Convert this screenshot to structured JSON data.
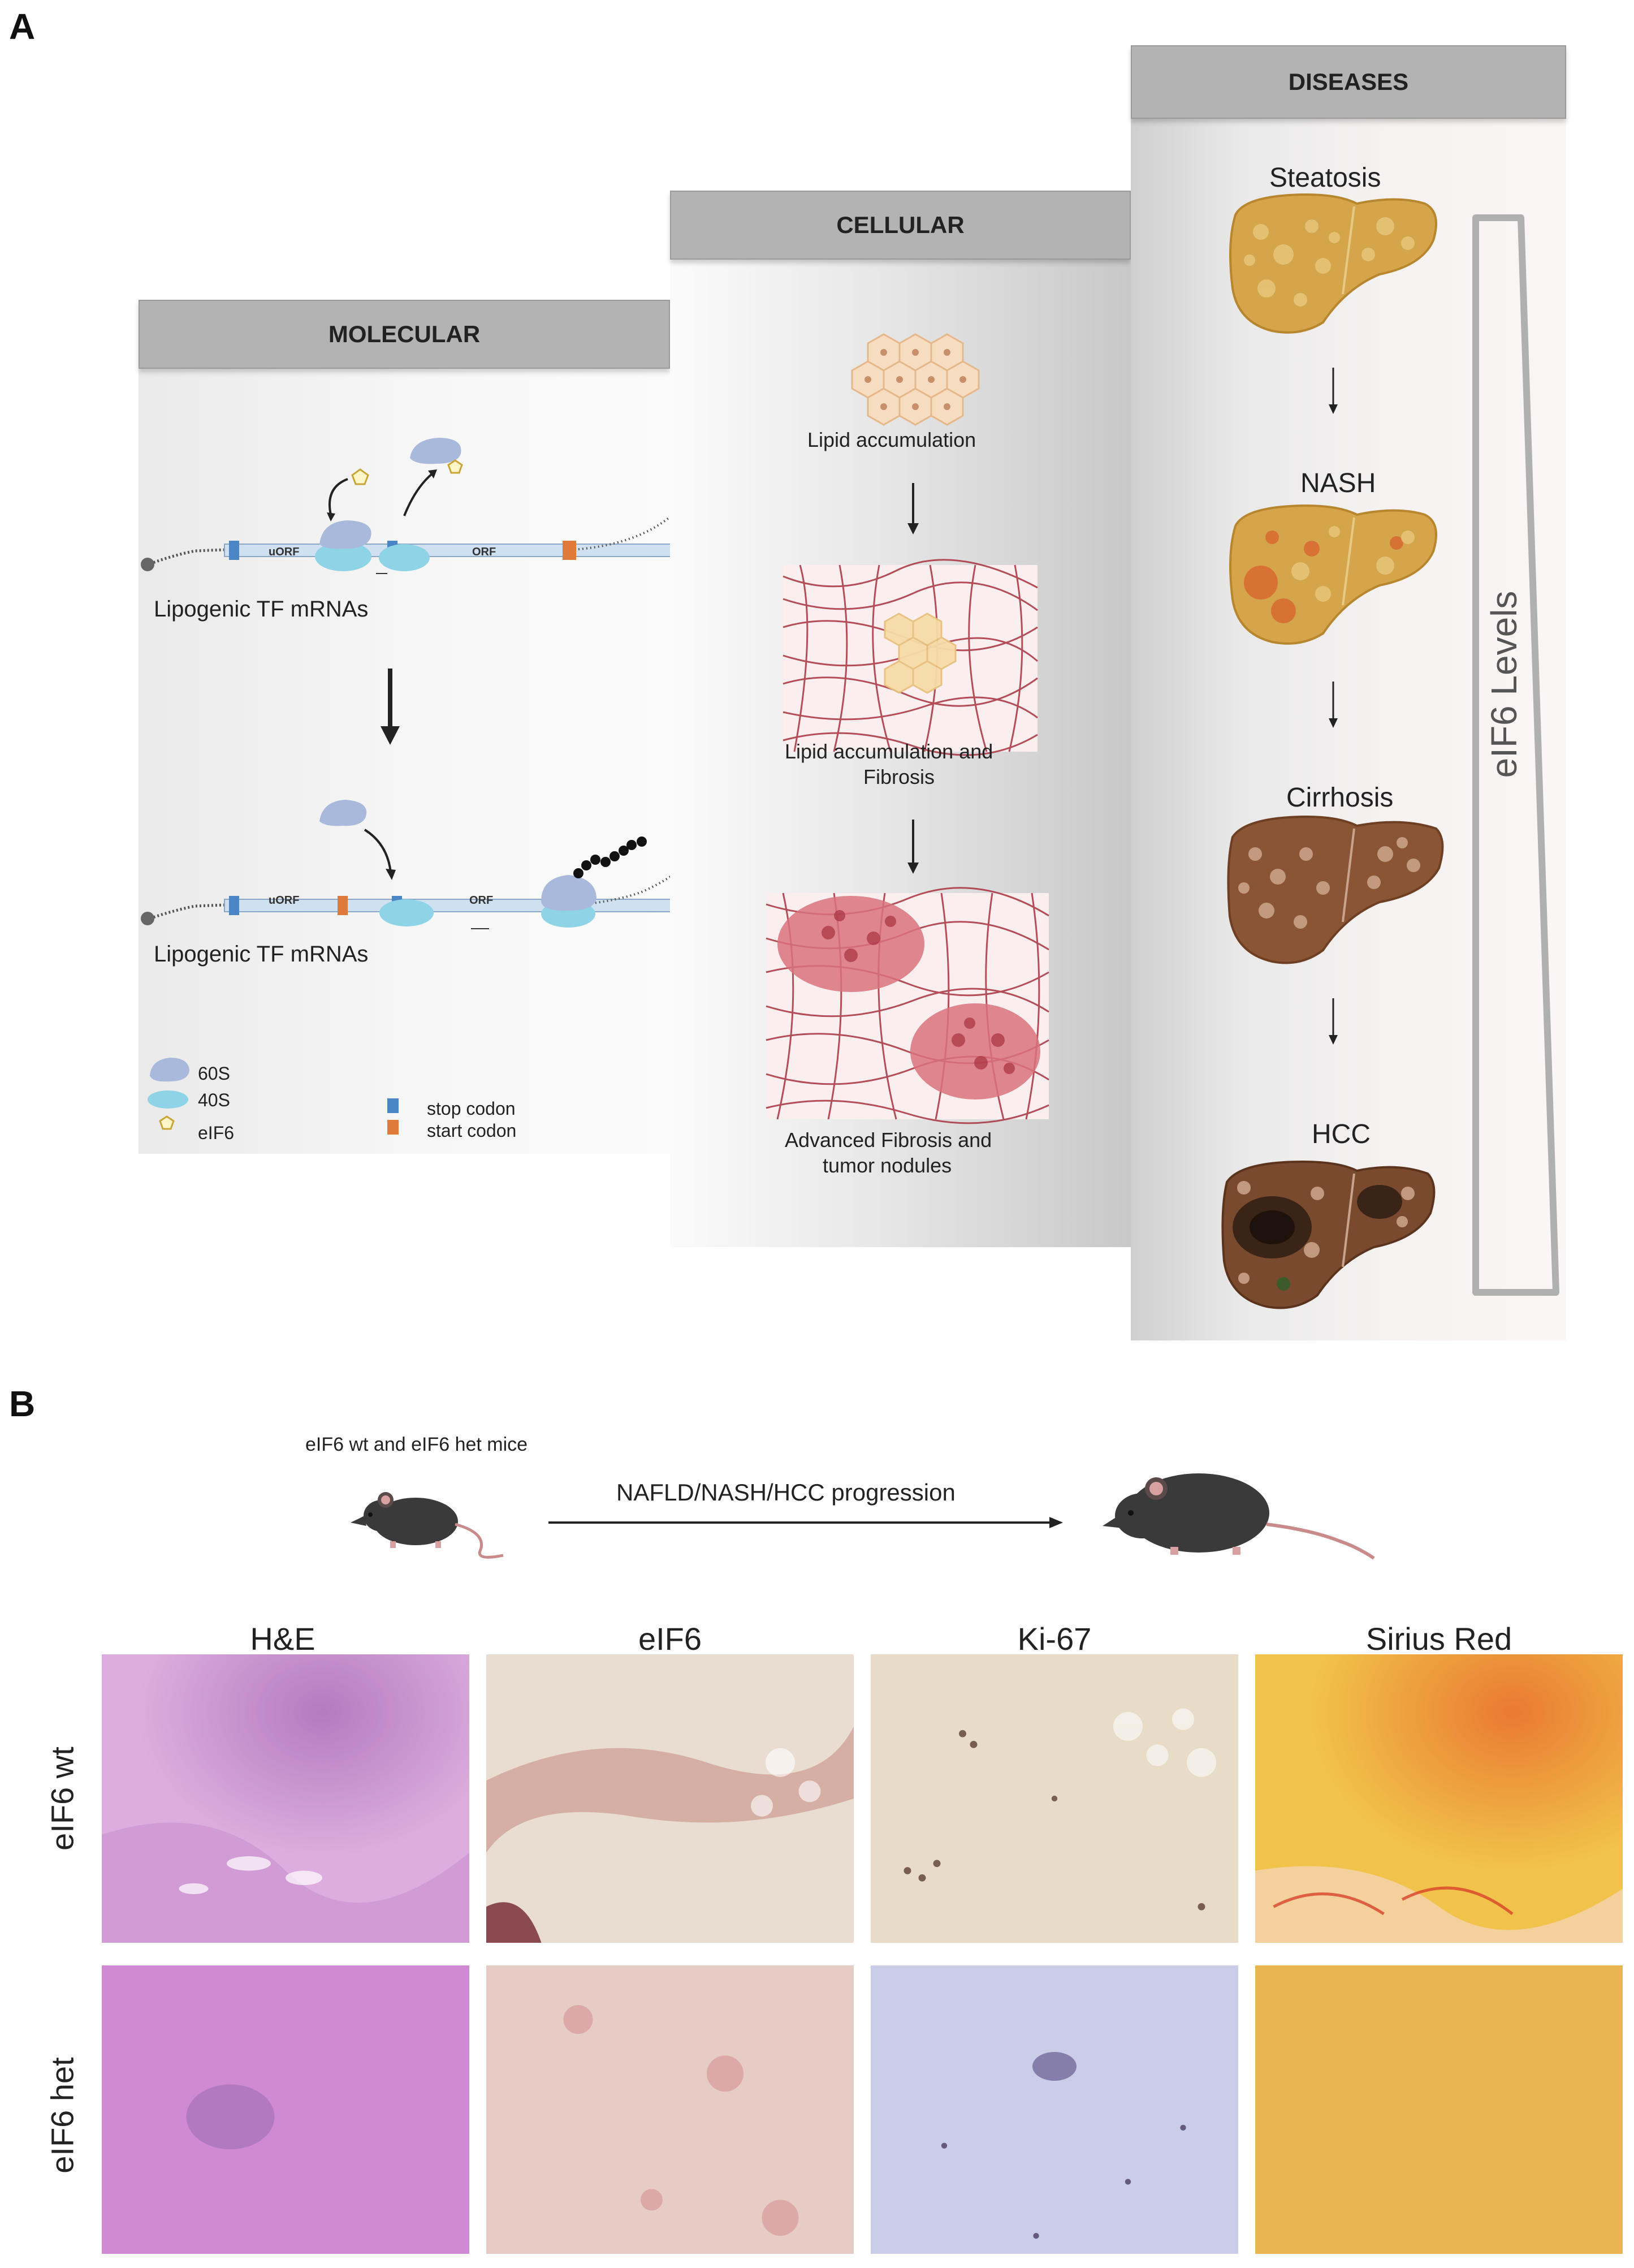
{
  "panel_a": {
    "letter": "A",
    "molecular": {
      "header": "MOLECULAR",
      "mrna_label_top": "Lipogenic TF mRNAs",
      "mrna_label_bottom": "Lipogenic TF mRNAs",
      "uorf": "uORF",
      "orf": "ORF",
      "legend": {
        "s60": "60S",
        "s40": "40S",
        "eif6": "eIF6",
        "stop": "stop codon",
        "start": "start codon"
      }
    },
    "cellular": {
      "header": "CELLULAR",
      "stage1": "Lipid accumulation",
      "stage2_line1": "Lipid accumulation and",
      "stage2_line2": "Fibrosis",
      "stage3_line1": "Advanced Fibrosis and",
      "stage3_line2": "tumor nodules"
    },
    "diseases": {
      "header": "DISEASES",
      "stages": [
        "Steatosis",
        "NASH",
        "Cirrhosis",
        "HCC"
      ],
      "gradient_label": "eIF6 Levels"
    },
    "colors": {
      "header_gray": "#b3b3b3",
      "ribosome": "#a9b9dc",
      "subunit40": "#8fd3e6",
      "stop_codon": "#4a86c5",
      "start_codon": "#e07a3a",
      "fibrosis": "#a8323f",
      "steatosis_liver": "#d4a54a",
      "cirrhosis_liver": "#8a5535"
    }
  },
  "panel_b": {
    "letter": "B",
    "mice_label": "eIF6 wt and eIF6 het mice",
    "progression_label": "NAFLD/NASH/HCC progression",
    "columns": [
      "H&E",
      "eIF6",
      "Ki-67",
      "Sirius Red"
    ],
    "rows": [
      "eIF6 wt",
      "eIF6 het"
    ]
  }
}
